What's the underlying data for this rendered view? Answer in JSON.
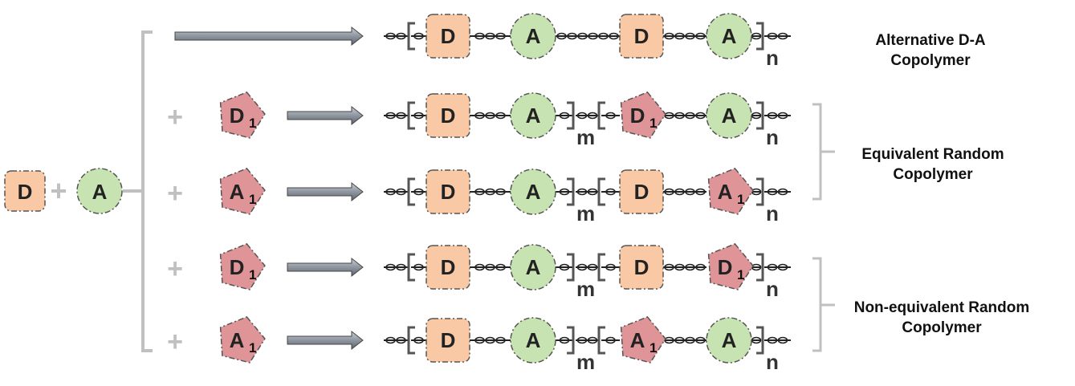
{
  "monomers": {
    "donor": "D",
    "acceptor": "A",
    "third_unit_subscript": "1"
  },
  "operators": {
    "plus": "+"
  },
  "repeat_labels": {
    "m": "m",
    "n": "n"
  },
  "categories": [
    {
      "line1": "Alternative D-A",
      "line2": "Copolymer"
    },
    {
      "line1": "Equivalent Random",
      "line2": "Copolymer"
    },
    {
      "line1": "Non-equivalent Random",
      "line2": "Copolymer"
    }
  ],
  "colors": {
    "donor_fill": "#f9c8a4",
    "acceptor_fill": "#c6e3b1",
    "pentagon_fill": "#df9497",
    "bracket_gray": "#c0c0c0",
    "arrow_fill": "#8a9099"
  },
  "reaction_rows": [
    {
      "third_unit": null,
      "chain_units": [
        "D",
        "A",
        "D",
        "A"
      ]
    },
    {
      "third_unit": "D",
      "chain_units": [
        "D",
        "A",
        "D1",
        "A"
      ]
    },
    {
      "third_unit": "A",
      "chain_units": [
        "D",
        "A",
        "D",
        "A1"
      ]
    },
    {
      "third_unit": "D",
      "chain_units": [
        "D",
        "A",
        "D",
        "D1"
      ]
    },
    {
      "third_unit": "A",
      "chain_units": [
        "D",
        "A",
        "A1",
        "A"
      ]
    }
  ]
}
